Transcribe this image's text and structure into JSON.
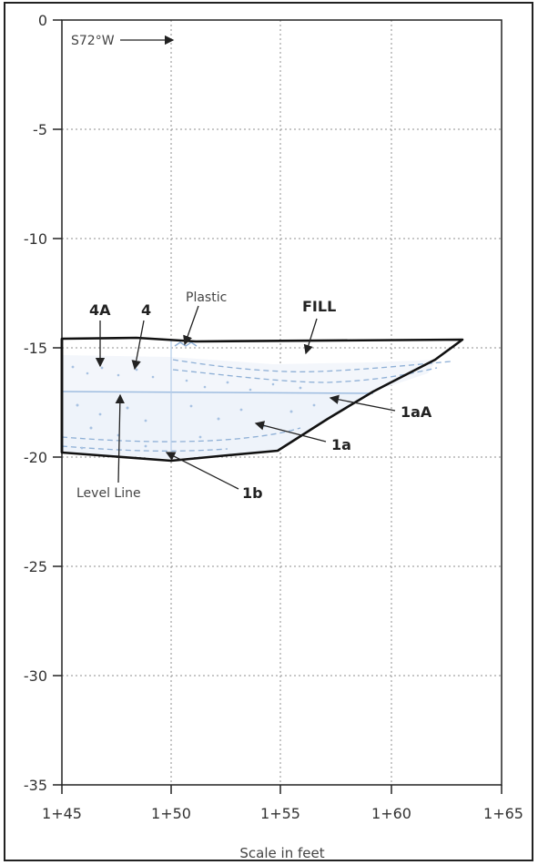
{
  "chart_data": {
    "type": "diagram",
    "xlabel": "Scale in feet",
    "x_ticks": [
      "1+45",
      "1+50",
      "1+55",
      "1+60",
      "1+65"
    ],
    "y_ticks": [
      "0",
      "-5",
      "-10",
      "-15",
      "-20",
      "-25",
      "-30",
      "-35"
    ],
    "ylim": [
      -35,
      0
    ],
    "grid": true
  },
  "labels": {
    "orientation": "S72°W",
    "plastic": "Plastic",
    "fill": "FILL",
    "l4a": "4A",
    "l4": "4",
    "l1aa": "1aA",
    "l1a": "1a",
    "l1b": "1b",
    "level_line": "Level Line"
  }
}
